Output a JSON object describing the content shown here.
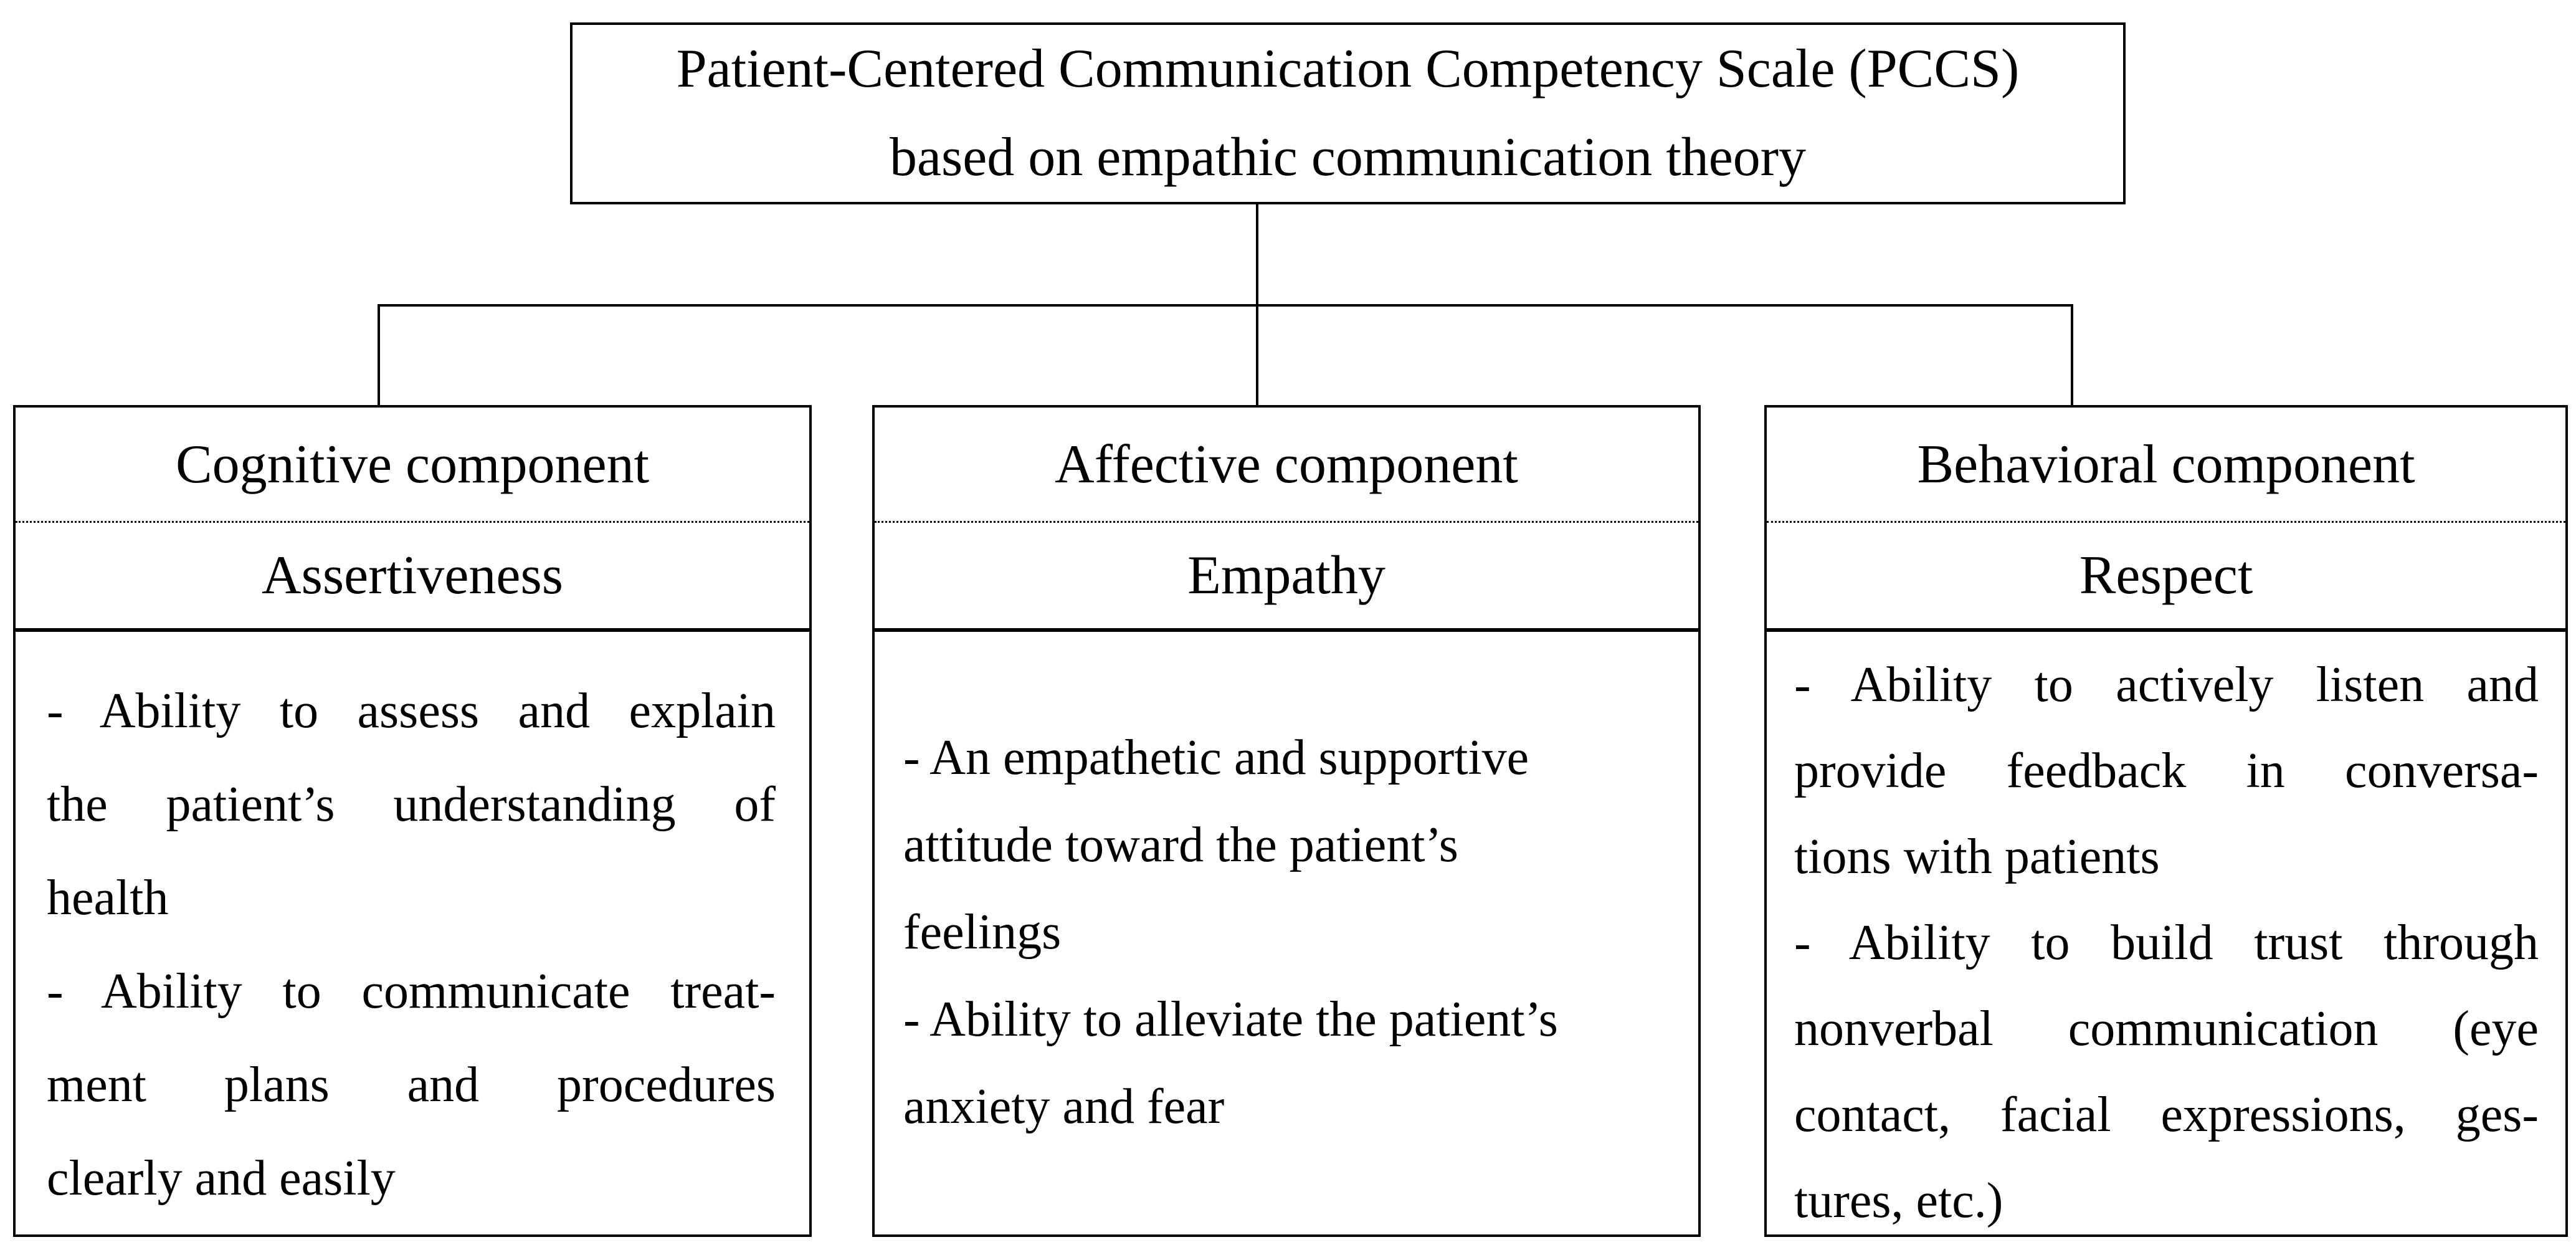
{
  "diagram": {
    "colors": {
      "background": "#ffffff",
      "line": "#000000",
      "text": "#000000"
    },
    "root": {
      "line1": "Patient-Centered Communication Competency Scale (PCCS)",
      "line2": "based on empathic communication theory"
    },
    "branches": [
      {
        "id": "cognitive",
        "component": "Cognitive component",
        "attribute": "Assertiveness",
        "align": "justify",
        "bullets": [
          [
            "- Ability to assess and explain",
            "the patient’s understanding of",
            "health"
          ],
          [
            "- Ability to communicate treat-",
            "ment plans and procedures",
            "clearly and easily"
          ]
        ]
      },
      {
        "id": "affective",
        "component": "Affective component",
        "attribute": "Empathy",
        "align": "left",
        "bullets": [
          [
            "- An empathetic and supportive",
            "attitude toward the patient’s",
            "feelings"
          ],
          [
            "- Ability to alleviate the patient’s",
            "anxiety and fear"
          ]
        ]
      },
      {
        "id": "behavioral",
        "component": "Behavioral component",
        "attribute": "Respect",
        "align": "justify",
        "bullets": [
          [
            "- Ability to actively listen and",
            "provide feedback in conversa-",
            "tions with patients"
          ],
          [
            "- Ability to build trust through",
            "nonverbal communication (eye",
            "contact, facial expressions, ges-",
            "tures, etc.)"
          ]
        ]
      }
    ]
  }
}
